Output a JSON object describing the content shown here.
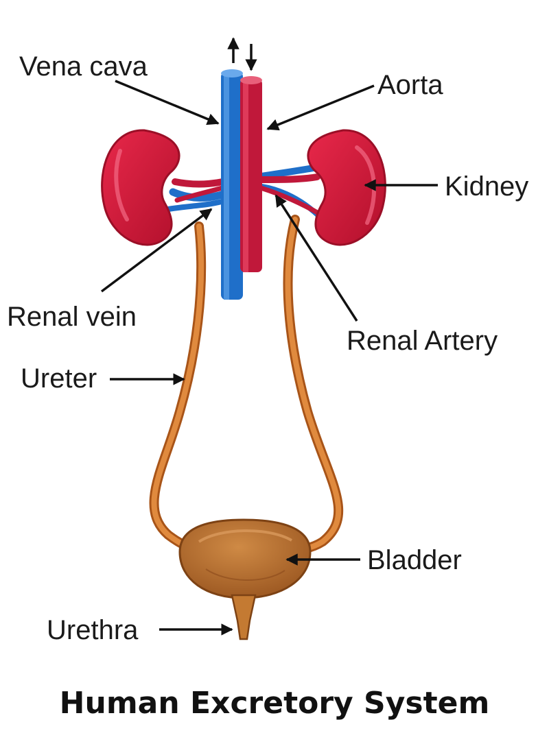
{
  "labels": {
    "vena_cava": "Vena cava",
    "aorta": "Aorta",
    "kidney": "Kidney",
    "renal_vein": "Renal vein",
    "renal_artery": "Renal Artery",
    "ureter": "Ureter",
    "bladder": "Bladder",
    "urethra": "Urethra"
  },
  "title": "Human Excretory System",
  "colors": {
    "vein_blue": "#1f6fc9",
    "artery_red": "#c0183a",
    "kidney_red": "#d61c3d",
    "ureter_orange": "#d8772c",
    "bladder_brown": "#b8702e",
    "ink": "#111111"
  }
}
